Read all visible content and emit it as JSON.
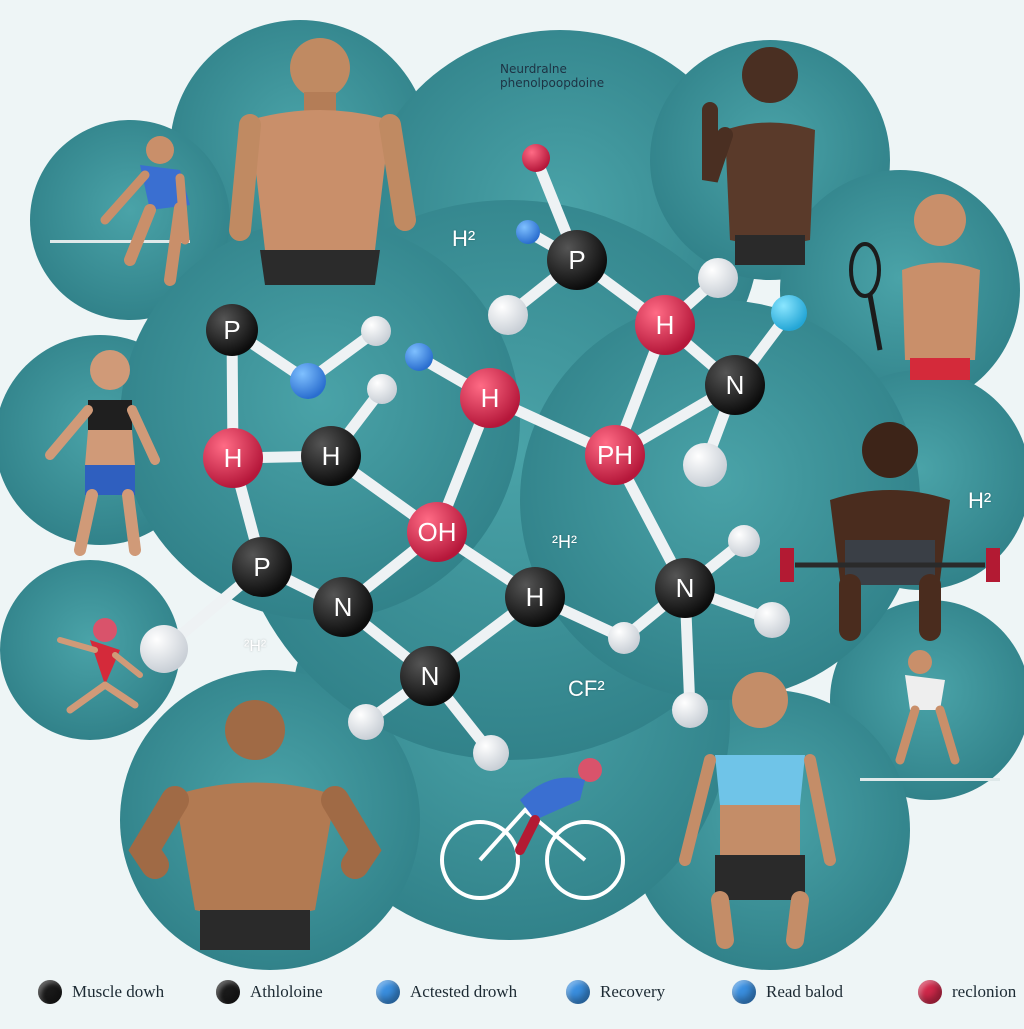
{
  "title_lines": [
    "Neurdralne",
    "phenolpoopdoine"
  ],
  "formula_labels": [
    "H²",
    "H²",
    "²H²",
    "²H²",
    "CF²"
  ],
  "atoms": [
    {
      "label": "P",
      "color": "#1a1a1a"
    },
    {
      "label": "H",
      "color": "#d0284a"
    },
    {
      "label": "N",
      "color": "#1a1a1a"
    },
    {
      "label": "P",
      "color": "#1a1a1a"
    },
    {
      "label": "H",
      "color": "#d0284a"
    },
    {
      "label": "PH",
      "color": "#d0284a"
    },
    {
      "label": "H",
      "color": "#d0284a"
    },
    {
      "label": "H",
      "color": "#1a1a1a"
    },
    {
      "label": "OH",
      "color": "#d0284a"
    },
    {
      "label": "P",
      "color": "#1a1a1a"
    },
    {
      "label": "N",
      "color": "#1a1a1a"
    },
    {
      "label": "H",
      "color": "#1a1a1a"
    },
    {
      "label": "N",
      "color": "#1a1a1a"
    },
    {
      "label": "N",
      "color": "#1a1a1a"
    }
  ],
  "legend": [
    {
      "label": "Muscle dowh",
      "color": "#1a1a1a"
    },
    {
      "label": "Athloloine",
      "color": "#1a1a1a"
    },
    {
      "label": "Actested drowh",
      "color": "#3a8fe0"
    },
    {
      "label": "Recovery",
      "color": "#3a8fe0"
    },
    {
      "label": "Read balod",
      "color": "#3a8fe0"
    },
    {
      "label": "reclonion",
      "color": "#d0284a"
    }
  ],
  "colors": {
    "teal": "#3a8d93",
    "background": "#eef5f6",
    "accent_red": "#d0284a",
    "accent_blue": "#3a8fe0"
  }
}
